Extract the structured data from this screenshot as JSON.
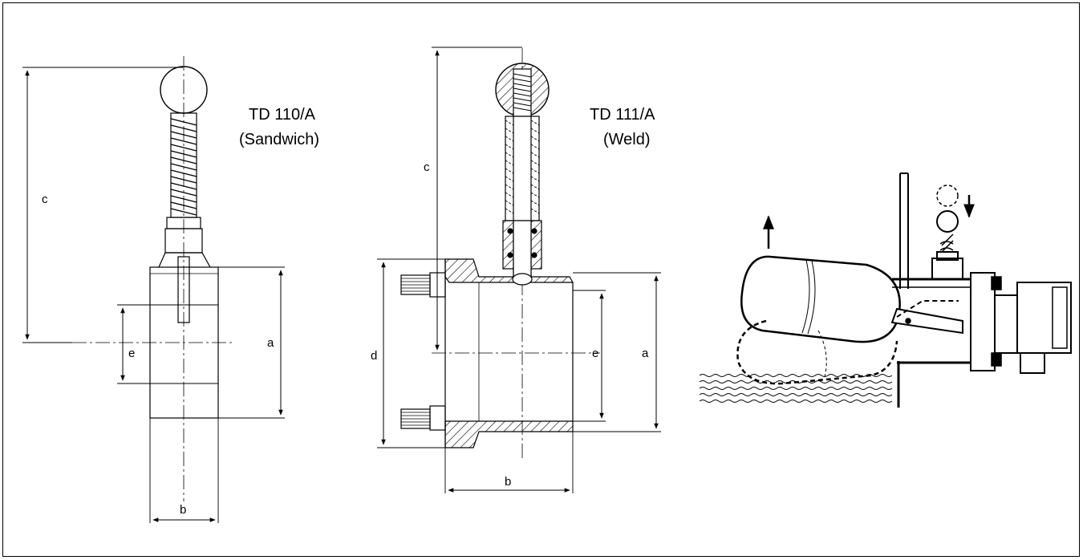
{
  "drawing_1": {
    "model": "TD 110/A",
    "variant": "(Sandwich)"
  },
  "drawing_2": {
    "model": "TD 111/A",
    "variant": "(Weld)"
  },
  "dimensions": {
    "a": "a",
    "b": "b",
    "c": "c",
    "d": "d",
    "e": "e"
  },
  "colors": {
    "line": "#000000",
    "background": "#ffffff"
  }
}
